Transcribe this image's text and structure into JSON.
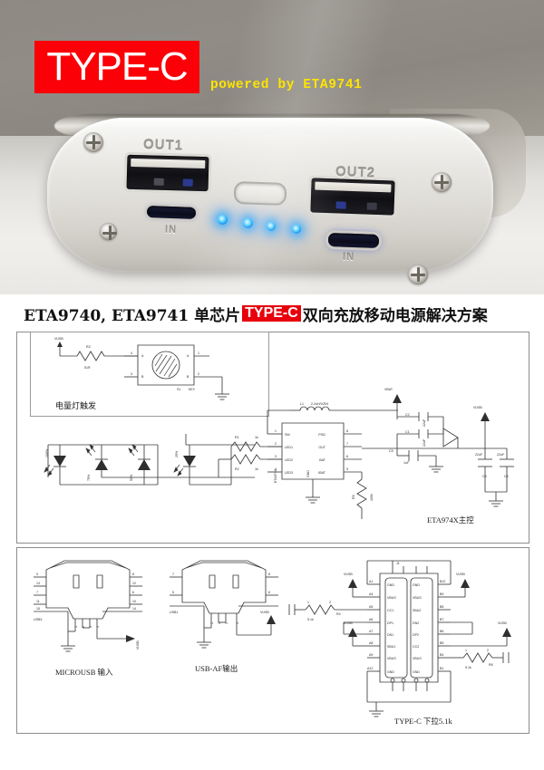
{
  "banner": {
    "badge_text": "TYPE-C",
    "badge_color": "#fb0007",
    "powered_text": "powered by ETA9741",
    "powered_color": "#ffe400",
    "device_labels": {
      "out1": "OUT1",
      "out2": "OUT2",
      "in_left": "IN",
      "in_right": "IN"
    },
    "led_count": 4
  },
  "title": {
    "part_1": "ETA9740, ETA9741 单芯片 ",
    "highlight": "TYPE-C",
    "highlight_color": "#e8000b",
    "part_2": "双向充放移动电源解决方案"
  },
  "schematic_top": {
    "trigger_block": {
      "caption": "电量灯触发",
      "rail": "VUSB",
      "resistor_ref": "R3",
      "resistor_value": "51R",
      "switch_ref": "S1",
      "switch_label": "KEY",
      "switch_pins": [
        "4",
        "3",
        "1",
        "2"
      ],
      "switch_terminals": [
        "A",
        "B",
        "A",
        "B"
      ]
    },
    "leds": [
      {
        "ref": "D1",
        "label": "100%"
      },
      {
        "ref": "D2",
        "label": "75%"
      },
      {
        "ref": "D3",
        "label": "50%"
      },
      {
        "ref": "D4",
        "label": "25%"
      }
    ],
    "ic": {
      "ref": "ETA9740",
      "caption": "ETA974X主控",
      "pins_left": [
        "SW",
        "LED1",
        "LED2",
        "LED3"
      ],
      "pins_left_nums": [
        "1",
        "2",
        "3",
        "4"
      ],
      "pins_right": [
        "PGD",
        "OUT",
        "BAT",
        "IBAT"
      ],
      "pins_right_nums": [
        "8",
        "7",
        "6",
        "5"
      ],
      "pin_gnd": "GND",
      "pin_pad": "EP"
    },
    "components": [
      {
        "ref": "R1",
        "value": "1k"
      },
      {
        "ref": "R2",
        "value": "1k"
      },
      {
        "ref": "R5",
        "value": "100k"
      },
      {
        "ref": "L1",
        "value": "2.2uH/VZ04"
      },
      {
        "ref": "C1",
        "value": "22uF"
      },
      {
        "ref": "C2",
        "value": "22uF"
      },
      {
        "ref": "C3",
        "value": "22uF"
      },
      {
        "ref": "C4",
        "value": "22uF"
      },
      {
        "ref": "C5",
        "value": "1uF"
      }
    ],
    "rails": [
      "VBAT",
      "VUSB",
      "VUSB"
    ]
  },
  "schematic_bottom": {
    "microusb": {
      "caption": "MICROUSB 输入",
      "ref": "USB3",
      "left_pins": [
        "9",
        "13",
        "7",
        "11",
        "15"
      ],
      "right_pins": [
        "8",
        "12",
        "6",
        "10",
        "14"
      ],
      "signal_pins": [
        "1",
        "2",
        "3",
        "4",
        "5"
      ],
      "rail": "VUSB"
    },
    "usb_af": {
      "caption": "USB-AF输出",
      "ref": "USB1",
      "left_pins": [
        "7",
        "5"
      ],
      "right_pins": [
        "8",
        "6"
      ],
      "signal_pins": [
        "1",
        "2",
        "3",
        "4"
      ],
      "rail": "VUSB"
    },
    "typec": {
      "caption": "TYPE-C 下拉5.1k",
      "ref": "J1",
      "pins_a": [
        "A1",
        "A4",
        "A5",
        "A6",
        "A7",
        "A8",
        "A9",
        "A12"
      ],
      "labels_a": [
        "GND",
        "VBUS",
        "CC1",
        "DP1",
        "DN1",
        "SBU1",
        "VBUS",
        "GND"
      ],
      "pins_b": [
        "B12",
        "B9",
        "B8",
        "B7",
        "B6",
        "B5",
        "B4",
        "B1"
      ],
      "labels_b": [
        "GND",
        "VBUS",
        "SBU2",
        "DN2",
        "DP2",
        "CC2",
        "VBUS",
        "GND"
      ],
      "resistors": [
        {
          "ref": "R4",
          "value": "5.1k"
        },
        {
          "ref": "R6",
          "value": "5.1k"
        }
      ],
      "rails": [
        "VUSB",
        "VUSB",
        "VUSB",
        "VUSB"
      ]
    }
  }
}
